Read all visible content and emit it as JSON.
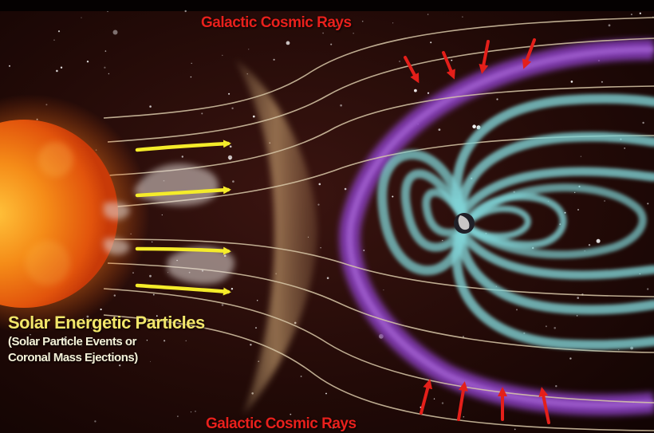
{
  "labels": {
    "top": "Galactic Cosmic Rays",
    "bottom": "Galactic Cosmic Rays",
    "particles_title": "Solar Energetic Particles",
    "particles_line2": "(Solar Particle Events or",
    "particles_line3": "Coronal Mass Ejections)"
  },
  "colors": {
    "cosmic_ray_label": "#e8201c",
    "cosmic_ray_arrow": "#e41f1a",
    "particle_label": "#f2e66a",
    "particle_arrow": "#f5ec2a",
    "sun": "#f07a14",
    "magnetosphere": "#7fd2d4",
    "bow_shock": "#9a48c8",
    "field_lines": "#d8c8a8",
    "background": "#1f0806"
  },
  "icons": {
    "sun": "sun-icon",
    "earth": "earth-icon"
  }
}
